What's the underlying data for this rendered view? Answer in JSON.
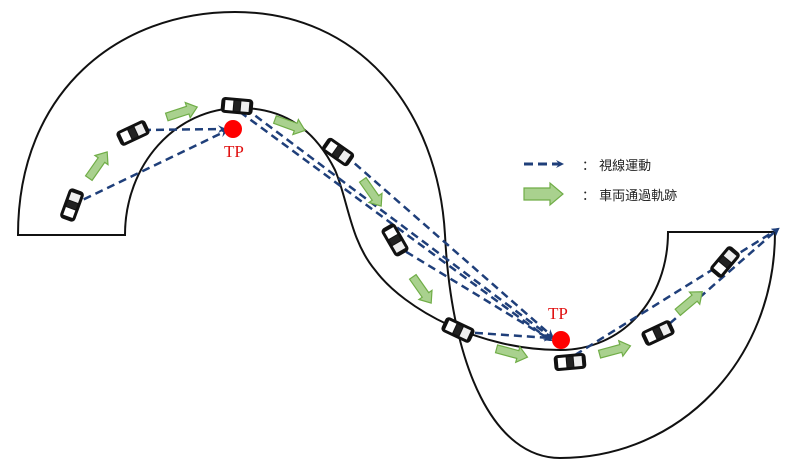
{
  "labels": {
    "tp1": "TP",
    "tp2": "TP"
  },
  "legend": [
    {
      "icon": "dashed-arrow-icon",
      "text": "：  視線運動"
    },
    {
      "icon": "green-arrow-icon",
      "text": "：  車両通過軌跡"
    }
  ],
  "colors": {
    "gaze": "#1f3f7a",
    "trajectory_fill": "#a9d18e",
    "trajectory_stroke": "#70ad47",
    "tp": "#ff0000"
  }
}
